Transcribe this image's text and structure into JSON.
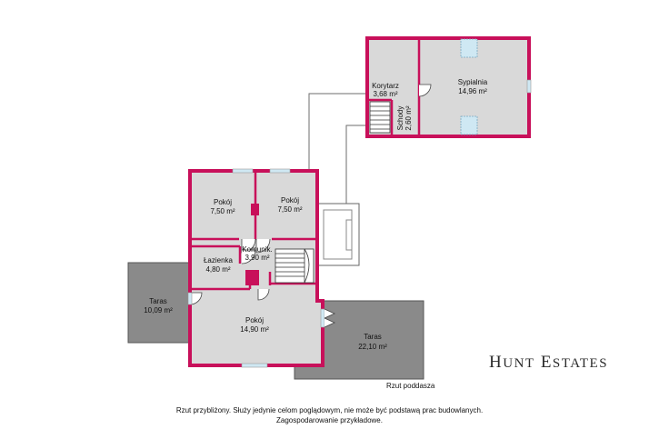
{
  "rooms": {
    "korytarz": {
      "name": "Korytarz",
      "area": "3,68 m²"
    },
    "sypialnia": {
      "name": "Sypialnia",
      "area": "14,96 m²"
    },
    "schody": {
      "name": "Schody",
      "area": "2,60 m²"
    },
    "pokoj_left": {
      "name": "Pokój",
      "area": "7,50 m²"
    },
    "pokoj_right": {
      "name": "Pokój",
      "area": "7,50 m²"
    },
    "komunik": {
      "name": "Komunik.",
      "area": "3,90 m²"
    },
    "lazienka": {
      "name": "Łazienka",
      "area": "4,80 m²"
    },
    "taras_left": {
      "name": "Taras",
      "area": "10,09 m²"
    },
    "pokoj_main": {
      "name": "Pokój",
      "area": "14,90 m²"
    },
    "taras_right": {
      "name": "Taras",
      "area": "22,10 m²"
    }
  },
  "plan_label": "Rzut poddasza",
  "brand": {
    "first": "H",
    "first_rest": "UNT",
    "second": "E",
    "second_rest": "STATES"
  },
  "disclaimer": {
    "line1": "Rzut przybliżony. Służy jedynie celom poglądowym, nie może być podstawą prac budowlanych.",
    "line2": "Zagospodarowanie przykładowe."
  },
  "colors": {
    "wall": "#c8105a",
    "floor": "#d9d9d9",
    "terrace": "#8a8a8a",
    "window": "#cfe8f3"
  }
}
